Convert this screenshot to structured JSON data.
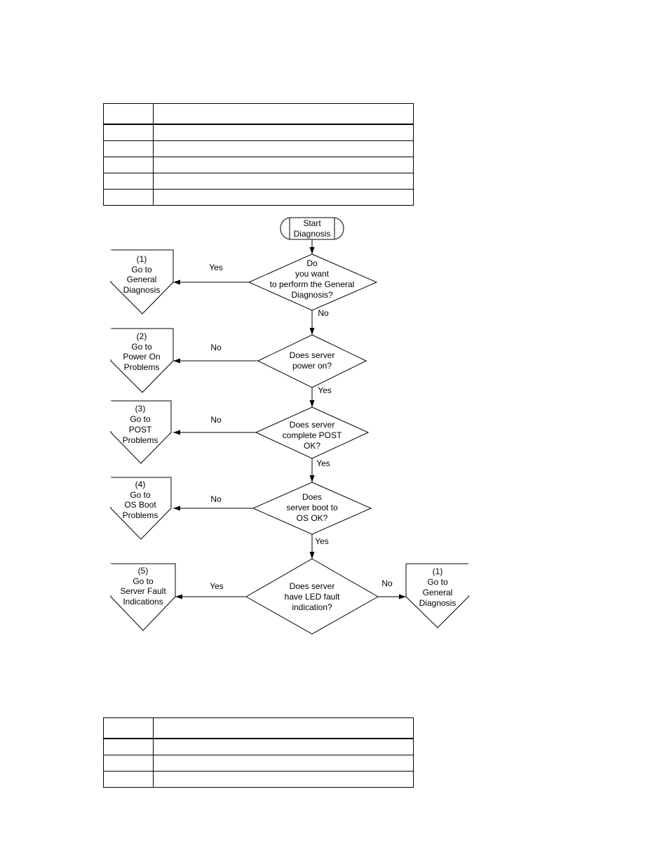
{
  "top_table": {
    "rows": [
      [
        "",
        ""
      ],
      [
        "",
        ""
      ],
      [
        "",
        ""
      ],
      [
        "",
        ""
      ],
      [
        "",
        ""
      ],
      [
        "",
        ""
      ]
    ]
  },
  "bottom_table": {
    "rows": [
      [
        "",
        ""
      ],
      [
        "",
        ""
      ],
      [
        "",
        ""
      ],
      [
        "",
        ""
      ]
    ]
  },
  "flowchart": {
    "start": {
      "line1": "Start",
      "line2": "Diagnosis"
    },
    "decisions": [
      {
        "lines": [
          "Do",
          "you want",
          "to perform the General",
          "Diagnosis?"
        ]
      },
      {
        "lines": [
          "Does server",
          "power on?"
        ]
      },
      {
        "lines": [
          "Does server",
          "complete POST",
          "OK?"
        ]
      },
      {
        "lines": [
          "Does",
          "server boot to",
          "OS OK?"
        ]
      },
      {
        "lines": [
          "Does server",
          "have LED fault",
          "indication?"
        ]
      }
    ],
    "exits": [
      {
        "lines": [
          "(1)",
          "Go to",
          "General",
          "Diagnosis"
        ]
      },
      {
        "lines": [
          "(2)",
          "Go to",
          "Power On",
          "Problems"
        ]
      },
      {
        "lines": [
          "(3)",
          "Go to",
          "POST",
          "Problems"
        ]
      },
      {
        "lines": [
          "(4)",
          "Go to",
          "OS Boot",
          "Problems"
        ]
      },
      {
        "lines": [
          "(5)",
          "Go to",
          "Server Fault",
          "Indications"
        ]
      },
      {
        "lines": [
          "(1)",
          "Go to",
          "General",
          "Diagnosis"
        ]
      }
    ],
    "edge_labels": {
      "d1_left": "Yes",
      "d1_down": "No",
      "d2_left": "No",
      "d2_down": "Yes",
      "d3_left": "No",
      "d3_down": "Yes",
      "d4_left": "No",
      "d4_down": "Yes",
      "d5_left": "Yes",
      "d5_right": "No"
    }
  }
}
